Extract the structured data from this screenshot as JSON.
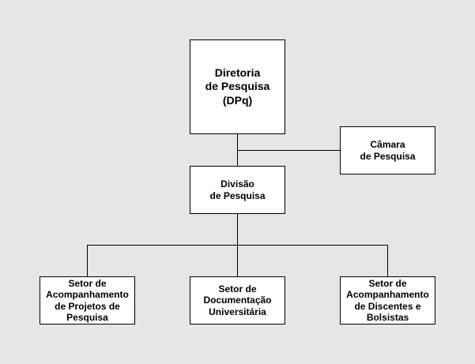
{
  "org_chart": {
    "root": {
      "label": "Diretoria\nde Pesquisa\n(DPq)"
    },
    "side_unit": {
      "label": "Câmara\nde Pesquisa"
    },
    "division": {
      "label": "Divisão\nde Pesquisa"
    },
    "sectors": [
      {
        "label": "Setor de\nAcompanhamento\nde Projetos de\nPesquisa"
      },
      {
        "label": "Setor de\nDocumentação\nUniversitária"
      },
      {
        "label": "Setor de\nAcompanhamento\nde Discentes e\nBolsistas"
      }
    ]
  }
}
